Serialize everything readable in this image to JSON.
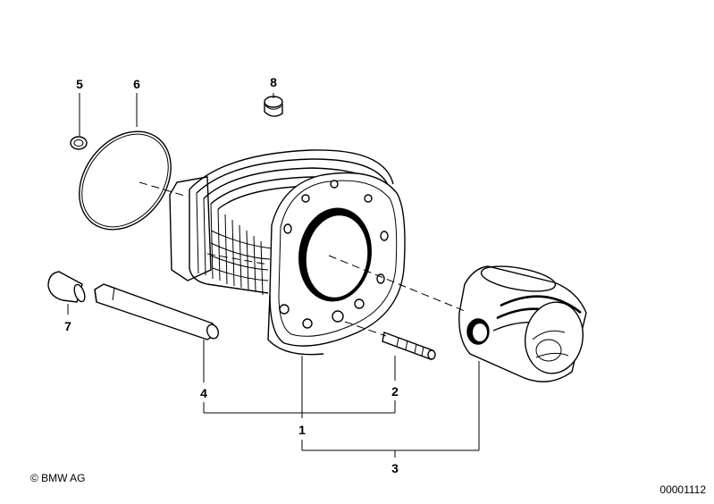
{
  "callouts": {
    "c1": "1",
    "c2": "2",
    "c3": "3",
    "c4": "4",
    "c5": "5",
    "c6": "6",
    "c7": "7",
    "c8": "8"
  },
  "footer": {
    "copyright": "© BMW AG",
    "drawing_number": "00001112"
  }
}
